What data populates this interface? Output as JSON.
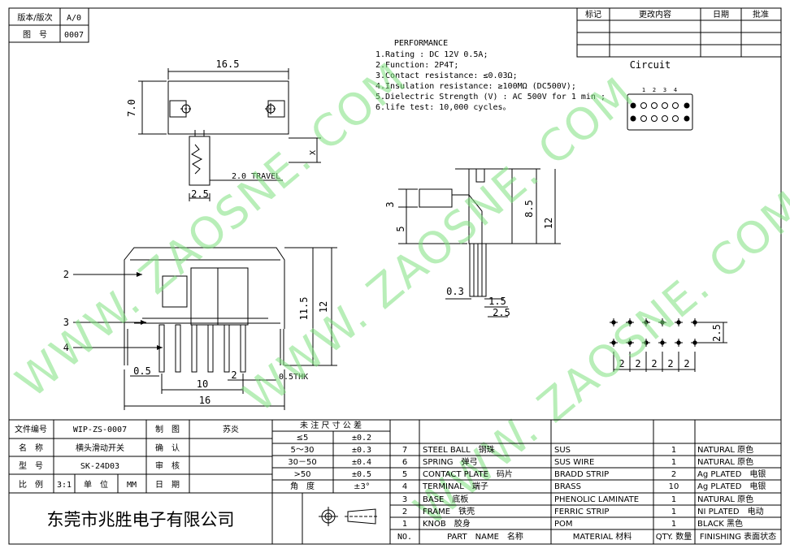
{
  "header": {
    "version_label": "版本/版次",
    "version_value": "A/0",
    "drawing_no_label": "图　号",
    "drawing_no_value": "0007"
  },
  "revision_table": {
    "headers": [
      "标记",
      "更改内容",
      "日期",
      "批准"
    ]
  },
  "circuit": {
    "title": "Circuit",
    "pin_numbers": [
      "1",
      "2",
      "3",
      "4"
    ]
  },
  "performance": {
    "title": "PERFORMANCE",
    "lines": [
      "1.Rating : DC 12V 0.5A;",
      "2.Function: 2P4T;",
      "3.Contact resistance: ≤0.03Ω;",
      "4.Insulation resistance: ≥100MΩ  (DC500V);",
      "5.Dielectric Strength (V) : AC 500V for 1 min ;",
      "6.life test: 10,000 cycles。"
    ]
  },
  "dimensions": {
    "top_width": "16.5",
    "top_height": "7.0",
    "travel": "2.0 TRAVEL",
    "pin_offset": "2.5",
    "x_marker": "X",
    "side_3": "3",
    "side_5": "5",
    "side_8_5": "8.5",
    "side_12": "12",
    "side_0_3": "0.3",
    "side_1_5": "1.5",
    "side_2_5": "2.5",
    "front_11_5": "11.5",
    "front_12": "12",
    "front_0_5": "0.5",
    "front_10": "10",
    "front_2": "2",
    "front_16": "16",
    "front_thk": "0.5THK",
    "callout_2": "2",
    "callout_3": "3",
    "callout_4": "4",
    "footprint_pitch": [
      "2",
      "2",
      "2",
      "2",
      "2"
    ],
    "footprint_row": "2.5"
  },
  "watermark": {
    "text": "WWW. ZAOSNE. COM"
  },
  "info_block": {
    "rows": [
      {
        "label": "文件编号",
        "value": "WIP-ZS-0007",
        "label2": "制　图",
        "value2": "苏炎"
      },
      {
        "label": "名　称",
        "value": "横头滑动开关",
        "label2": "确　认",
        "value2": ""
      },
      {
        "label": "型　号",
        "value": "SK-24D03",
        "label2": "审　核",
        "value2": ""
      },
      {
        "label": "比　例",
        "value": "3:1",
        "unit_label": "单　位",
        "unit_value": "MM",
        "label2": "日　期",
        "value2": ""
      }
    ]
  },
  "tolerance": {
    "title": "未 注 尺 寸 公 差",
    "rows": [
      {
        "range": "≤5",
        "tol": "±0.2"
      },
      {
        "range": "5～30",
        "tol": "±0.3"
      },
      {
        "range": "30－50",
        "tol": "±0.4"
      },
      {
        "range": ">50",
        "tol": "±0.5"
      },
      {
        "range": "角　度",
        "tol": "±3°"
      }
    ]
  },
  "company": "东莞市兆胜电子有限公司",
  "bom": {
    "headers": [
      "NO.",
      "PART　NAME　名称",
      "MATERIAL 材料",
      "QTY. 数量",
      "FINISHING 表面状态"
    ],
    "rows": [
      {
        "no": "7",
        "part": "STEEL BALL　钢珠",
        "material": "SUS",
        "qty": "1",
        "finish": "NATURAL 原色"
      },
      {
        "no": "6",
        "part": "SPRING　弹弓",
        "material": "SUS WIRE",
        "qty": "1",
        "finish": "NATURAL 原色"
      },
      {
        "no": "5",
        "part": "CONTACT PLATE　码片",
        "material": "BRADD STRIP",
        "qty": "2",
        "finish": "Ag PLATED　电银"
      },
      {
        "no": "4",
        "part": "TERMINAL　端子",
        "material": "BRASS",
        "qty": "10",
        "finish": "Ag PLATED　电银"
      },
      {
        "no": "3",
        "part": "BASE　底板",
        "material": "PHENOLIC LAMINATE",
        "qty": "1",
        "finish": "NATURAL 原色"
      },
      {
        "no": "2",
        "part": "FRAME　铁壳",
        "material": "FERRIC STRIP",
        "qty": "1",
        "finish": "NI PLATED　电动"
      },
      {
        "no": "1",
        "part": "KNOB　胶身",
        "material": "POM",
        "qty": "1",
        "finish": "BLACK 黑色"
      }
    ]
  }
}
